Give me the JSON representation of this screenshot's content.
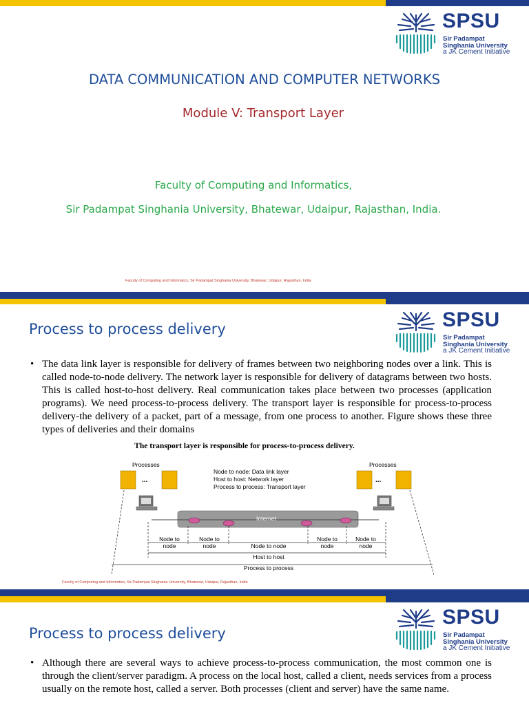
{
  "logo": {
    "name": "SPSU",
    "line1": "Sir Padampat",
    "line2": "Singhania University",
    "line3": "a JK Cement Initiative"
  },
  "slide1": {
    "title": "DATA COMMUNICATION AND COMPUTER NETWORKS",
    "subtitle": "Module V: Transport Layer",
    "faculty": "Faculty of Computing and Informatics,",
    "university": "Sir Padampat Singhania University, Bhatewar, Udaipur, Rajasthan, India.",
    "footer": "Faculty of Computing and Informatics, Sir Padampat Singhania University, Bhatewar, Udaipur, Rajasthan, India"
  },
  "slide2": {
    "title": "Process to process delivery",
    "bullet": "The data link layer is responsible for delivery of frames between two neighboring nodes over a link. This is called node-to-node delivery. The network layer is responsible for delivery of datagrams between two hosts. This is called host-to-host delivery. Real communication takes place between two processes (application programs). We need process-to-process delivery. The transport layer is responsible for process-to-process delivery-the delivery of a packet, part of a message, from one process to another. Figure  shows these three types of deliveries and their domains",
    "figure": {
      "caption": "The transport layer is responsible for process-to-process delivery.",
      "processes_left": "Processes",
      "processes_right": "Processes",
      "ellipsis": "...",
      "legend1": "Node to node: Data link layer",
      "legend2": "Host to host: Network layer",
      "legend3": "Process to process: Transport layer",
      "internet": "Internet",
      "seg1": [
        "Node to",
        "node"
      ],
      "seg2": [
        "Node to",
        "node"
      ],
      "seg3": "Node to node",
      "seg4": [
        "Node to",
        "node"
      ],
      "seg5": [
        "Node to",
        "node"
      ],
      "host_to_host": "Host to host",
      "process_to_process": "Process to process"
    },
    "footer": "Faculty of Computing and Informatics, Sir Padampat Singhania University, Bhatewar, Udaipur, Rajasthan, India"
  },
  "slide3": {
    "title": "Process to process delivery",
    "bullet": "Although there are several ways to achieve process-to-process communication, the most common one is through the client/server paradigm. A process on the local host, called a client, needs services from a process usually on the remote host, called a server. Both processes (client and server) have the same name."
  },
  "colors": {
    "navy": "#1f3c88",
    "yellow": "#f5c400",
    "title_blue": "#1f4e9a",
    "module_red": "#a4282b",
    "faculty_green": "#2aa84a",
    "logo_teal": "#1a9a9a"
  }
}
